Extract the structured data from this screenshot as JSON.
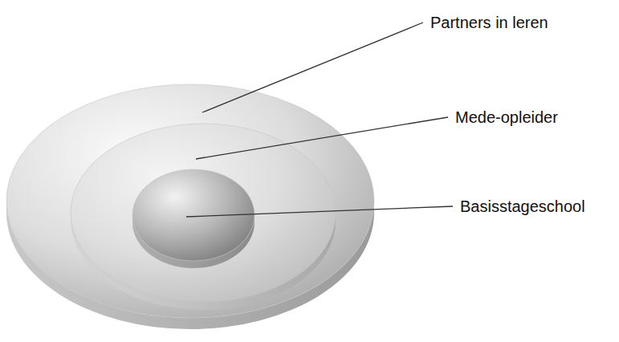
{
  "diagram": {
    "nodes": [
      {
        "text": [
          "Partners in leren"
        ]
      },
      {
        "text": [
          "Mede-opleider"
        ],
        "in": 0
      },
      {
        "text": [
          "Basisstageschool"
        ],
        "in": 1
      }
    ]
  }
}
